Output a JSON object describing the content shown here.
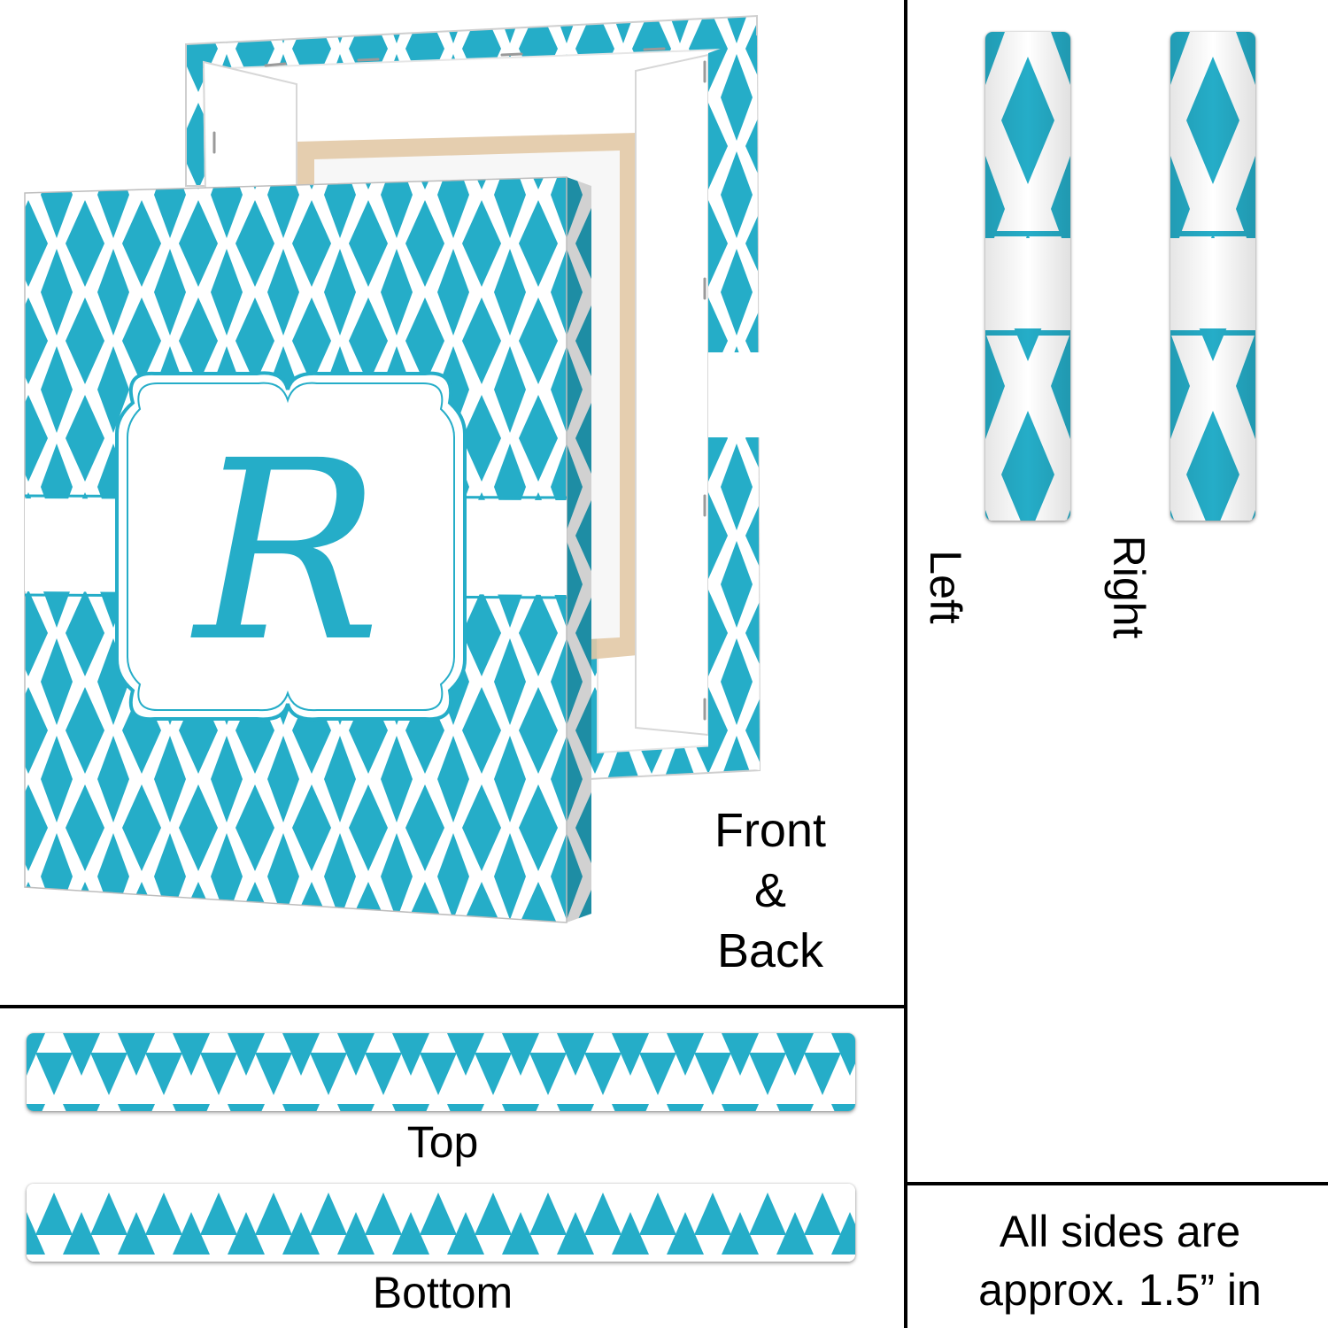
{
  "colors": {
    "teal": "#25adc8",
    "white": "#ffffff",
    "divider": "#000000",
    "wood": "#e2c9a6"
  },
  "monogram": {
    "letter": "R"
  },
  "labels": {
    "front_back_line1": "Front",
    "front_back_line2": "&",
    "front_back_line3": "Back",
    "top": "Top",
    "bottom": "Bottom",
    "left": "Left",
    "right": "Right",
    "note_line1": "All sides are",
    "note_line2": "approx. 1.5” in"
  }
}
